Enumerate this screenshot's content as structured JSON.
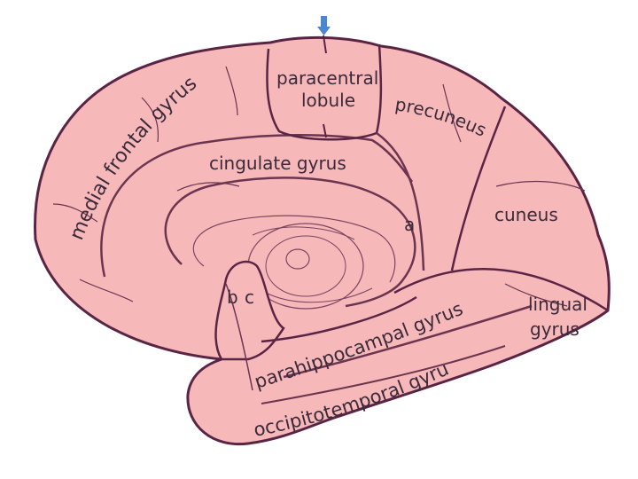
{
  "colors": {
    "brain_fill": "#f7b8ba",
    "outline": "#5a2545",
    "line": "#6b3550",
    "arrow": "#4a86d4",
    "text": "#3a2a3a"
  },
  "icons": {
    "pointer": "down-arrow-icon"
  },
  "labels": {
    "paracentral": "paracentral",
    "lobule": "lobule",
    "precuneus": "precuneus",
    "medial_frontal_gyrus": "medial frontal gyrus",
    "cingulate_gyrus": "cingulate gyrus",
    "cuneus": "cuneus",
    "a": "a",
    "b": "b",
    "c": "c",
    "lingual": "lingual",
    "gyrus": "gyrus",
    "parahippocampal_gyrus": "parahippocampal gyrus",
    "occipitotemporal_gyrus": "occipitotemporal gyrus"
  }
}
